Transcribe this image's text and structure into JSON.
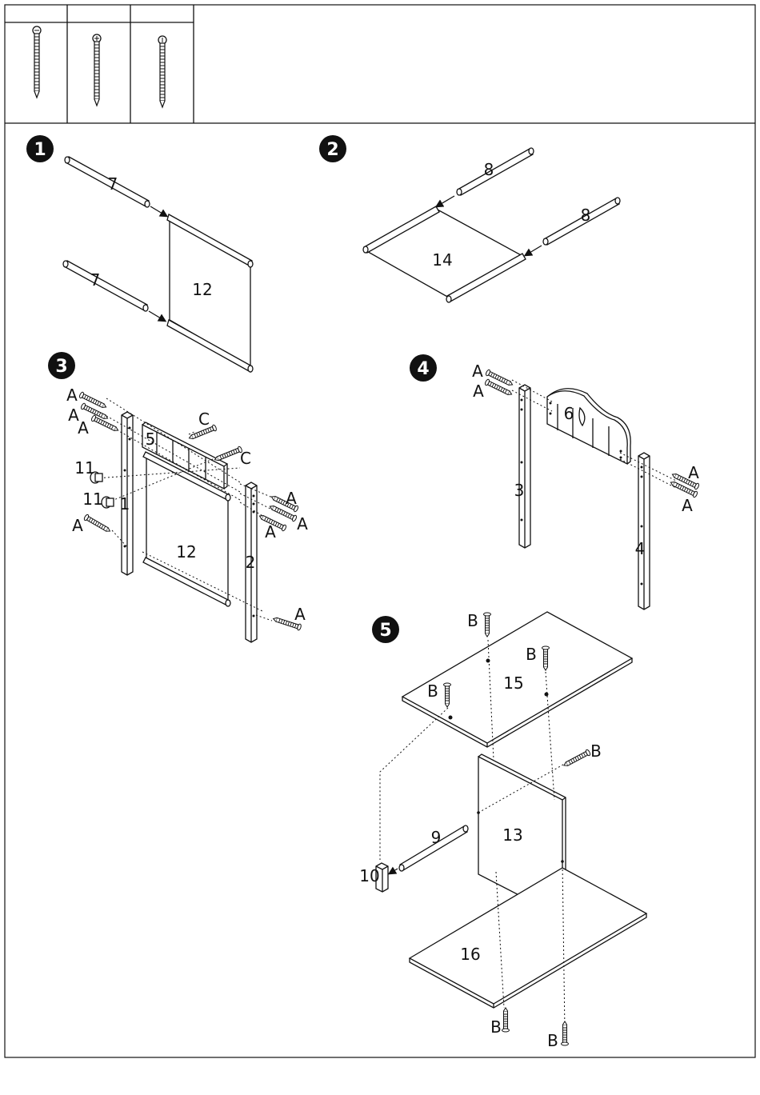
{
  "hardware_table": {
    "headers": [
      "",
      "",
      ""
    ],
    "hardware": [
      {
        "icon": "screw-flat-head-icon"
      },
      {
        "icon": "screw-cross-head-icon"
      },
      {
        "icon": "screw-short-icon"
      }
    ]
  },
  "steps": [
    {
      "number": "1",
      "labels": {
        "rod_a": "7",
        "rod_b": "7",
        "panel": "12"
      }
    },
    {
      "number": "2",
      "labels": {
        "rod_a": "8",
        "rod_b": "8",
        "panel": "14"
      }
    },
    {
      "number": "3",
      "labels": {
        "a1": "A",
        "a2": "A",
        "a3": "A",
        "a4": "A",
        "a5": "A",
        "a6": "A",
        "a7": "A",
        "a8": "A",
        "c1": "C",
        "c2": "C",
        "k1": "11",
        "k2": "11",
        "post_left": "1",
        "post_right": "2",
        "rail": "5",
        "panel": "12"
      }
    },
    {
      "number": "4",
      "labels": {
        "a1": "A",
        "a2": "A",
        "a3": "A",
        "a4": "A",
        "post_left": "3",
        "post_right": "4",
        "headboard": "6"
      }
    },
    {
      "number": "5",
      "labels": {
        "b1": "B",
        "b2": "B",
        "b3": "B",
        "b4": "B",
        "b5": "B",
        "b6": "B",
        "top": "15",
        "divider": "13",
        "bottom": "16",
        "rod": "9",
        "foot": "10"
      }
    }
  ]
}
